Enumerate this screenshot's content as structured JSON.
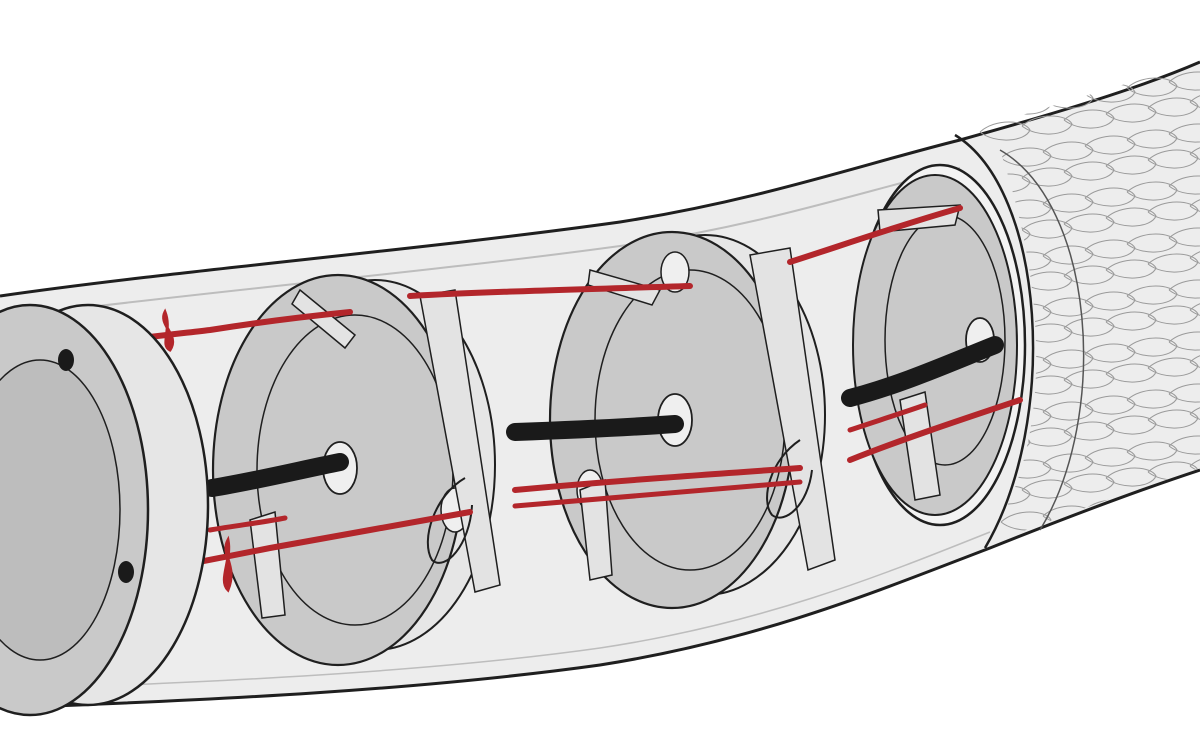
{
  "colors": {
    "background": "#ffffff",
    "outline": "#1f1f1f",
    "tube_fill": "#ededed",
    "tube_highlight": "#fafafa",
    "disk_fill": "#c9c9c9",
    "disk_face": "#bdbdbd",
    "disk_rim": "#e6e6e6",
    "clip_fill": "#e3e3e3",
    "cable_black": "#1a1a1a",
    "cable_red": "#b3262b",
    "mesh_line": "#9a9a9a"
  },
  "parts": {
    "sleeve": "outer-sleeve",
    "end_cap": "end-cap-disk",
    "spacers": [
      "spacer-disk",
      "spacer-disk",
      "spacer-disk"
    ],
    "core_cable": "black-core-cable",
    "tendons": [
      "upper-red-tendon",
      "lower-red-tendon"
    ],
    "mesh": "braided-mesh-sleeve"
  }
}
